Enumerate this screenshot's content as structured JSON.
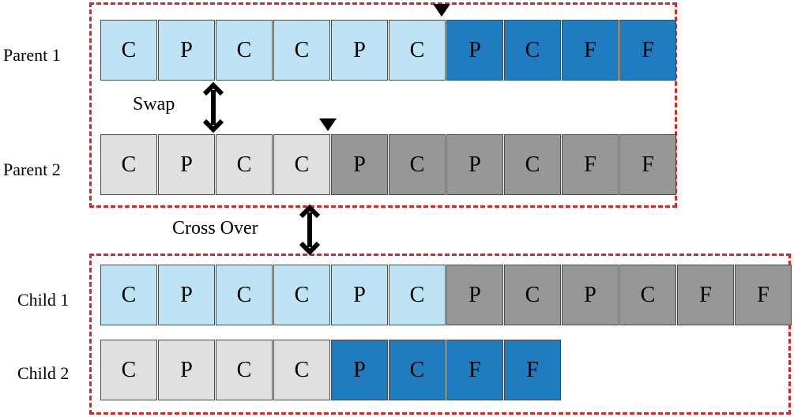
{
  "colors": {
    "light_blue": "#bde3f4",
    "dark_blue": "#1f7cbf",
    "light_gray": "#e0e0e0",
    "dark_gray": "#979797",
    "dashed_border": "#d42a24"
  },
  "labels": {
    "parent1": "Parent 1",
    "parent2": "Parent 2",
    "child1": "Child 1",
    "child2": "Child 2",
    "swap": "Swap",
    "cross_over": "Cross Over"
  },
  "rows": {
    "parent1": [
      {
        "t": "C",
        "c": "light_blue"
      },
      {
        "t": "P",
        "c": "light_blue"
      },
      {
        "t": "C",
        "c": "light_blue"
      },
      {
        "t": "C",
        "c": "light_blue"
      },
      {
        "t": "P",
        "c": "light_blue"
      },
      {
        "t": "C",
        "c": "light_blue"
      },
      {
        "t": "P",
        "c": "dark_blue"
      },
      {
        "t": "C",
        "c": "dark_blue"
      },
      {
        "t": "F",
        "c": "dark_blue"
      },
      {
        "t": "F",
        "c": "dark_blue"
      }
    ],
    "parent2": [
      {
        "t": "C",
        "c": "light_gray"
      },
      {
        "t": "P",
        "c": "light_gray"
      },
      {
        "t": "C",
        "c": "light_gray"
      },
      {
        "t": "C",
        "c": "light_gray"
      },
      {
        "t": "P",
        "c": "dark_gray"
      },
      {
        "t": "C",
        "c": "dark_gray"
      },
      {
        "t": "P",
        "c": "dark_gray"
      },
      {
        "t": "C",
        "c": "dark_gray"
      },
      {
        "t": "F",
        "c": "dark_gray"
      },
      {
        "t": "F",
        "c": "dark_gray"
      }
    ],
    "child1": [
      {
        "t": "C",
        "c": "light_blue"
      },
      {
        "t": "P",
        "c": "light_blue"
      },
      {
        "t": "C",
        "c": "light_blue"
      },
      {
        "t": "C",
        "c": "light_blue"
      },
      {
        "t": "P",
        "c": "light_blue"
      },
      {
        "t": "C",
        "c": "light_blue"
      },
      {
        "t": "P",
        "c": "dark_gray"
      },
      {
        "t": "C",
        "c": "dark_gray"
      },
      {
        "t": "P",
        "c": "dark_gray"
      },
      {
        "t": "C",
        "c": "dark_gray"
      },
      {
        "t": "F",
        "c": "dark_gray"
      },
      {
        "t": "F",
        "c": "dark_gray"
      }
    ],
    "child2": [
      {
        "t": "C",
        "c": "light_gray"
      },
      {
        "t": "P",
        "c": "light_gray"
      },
      {
        "t": "C",
        "c": "light_gray"
      },
      {
        "t": "C",
        "c": "light_gray"
      },
      {
        "t": "P",
        "c": "dark_blue"
      },
      {
        "t": "C",
        "c": "dark_blue"
      },
      {
        "t": "F",
        "c": "dark_blue"
      },
      {
        "t": "F",
        "c": "dark_blue"
      }
    ]
  }
}
